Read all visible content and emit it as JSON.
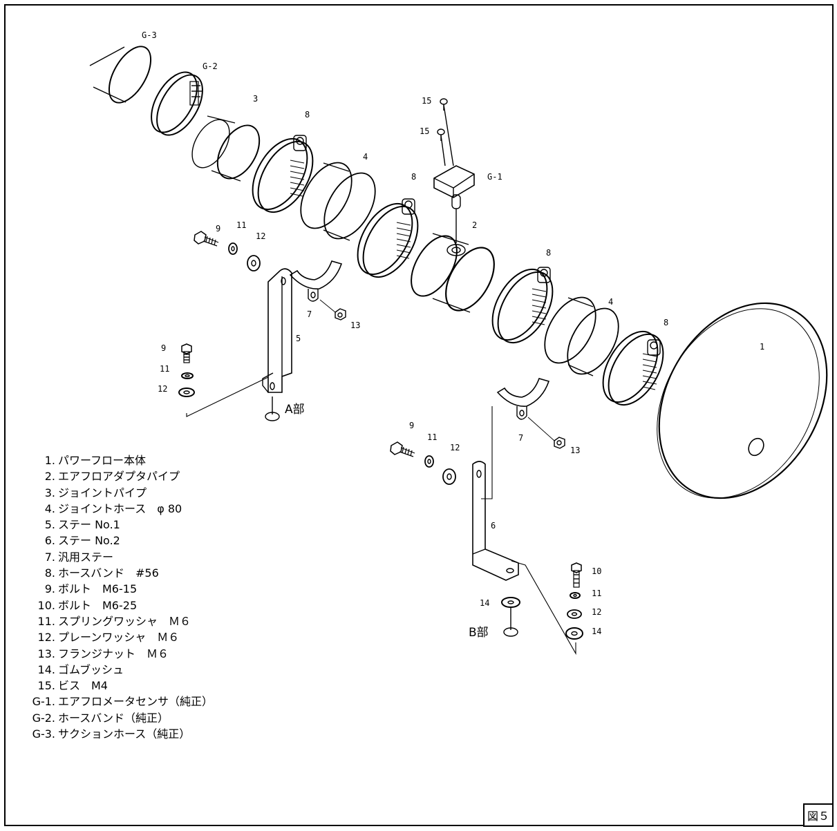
{
  "labels": {
    "g3": "G-3",
    "g2": "G-2",
    "g1": "G-1",
    "p1": "1",
    "p2": "2",
    "p3": "3",
    "p4a": "4",
    "p4b": "4",
    "p5": "5",
    "p6": "6",
    "p7a": "7",
    "p7b": "7",
    "p8a": "8",
    "p8b": "8",
    "p8c": "8",
    "p8d": "8",
    "p9a": "9",
    "p9b": "9",
    "p9c": "9",
    "p10": "10",
    "p11a": "11",
    "p11b": "11",
    "p11c": "11",
    "p11d": "11",
    "p12a": "12",
    "p12b": "12",
    "p12c": "12",
    "p12d": "12",
    "p13a": "13",
    "p13b": "13",
    "p14a": "14",
    "p14b": "14",
    "p15a": "15",
    "p15b": "15",
    "detail_a": "A部",
    "detail_b": "B部"
  },
  "legend": [
    {
      "num": "1.",
      "text": "パワーフロー本体"
    },
    {
      "num": "2.",
      "text": "エアフロアダプタパイプ"
    },
    {
      "num": "3.",
      "text": "ジョイントパイプ"
    },
    {
      "num": "4.",
      "text": "ジョイントホース　φ 80"
    },
    {
      "num": "5.",
      "text": "ステー No.1"
    },
    {
      "num": "6.",
      "text": "ステー No.2"
    },
    {
      "num": "7.",
      "text": "汎用ステー"
    },
    {
      "num": "8.",
      "text": "ホースバンド　#56"
    },
    {
      "num": "9.",
      "text": "ボルト　M6-15"
    },
    {
      "num": "10.",
      "text": "ボルト　M6-25"
    },
    {
      "num": "11.",
      "text": "スプリングワッシャ　Ｍ６"
    },
    {
      "num": "12.",
      "text": "プレーンワッシャ　Ｍ６"
    },
    {
      "num": "13.",
      "text": "フランジナット　Ｍ６"
    },
    {
      "num": "14.",
      "text": "ゴムブッシュ"
    },
    {
      "num": "15.",
      "text": "ビス　M4"
    },
    {
      "num": "G-1.",
      "text": "エアフロメータセンサ（純正）"
    },
    {
      "num": "G-2.",
      "text": "ホースバンド（純正）"
    },
    {
      "num": "G-3.",
      "text": "サクションホース（純正）"
    }
  ],
  "figure_label": "図５"
}
